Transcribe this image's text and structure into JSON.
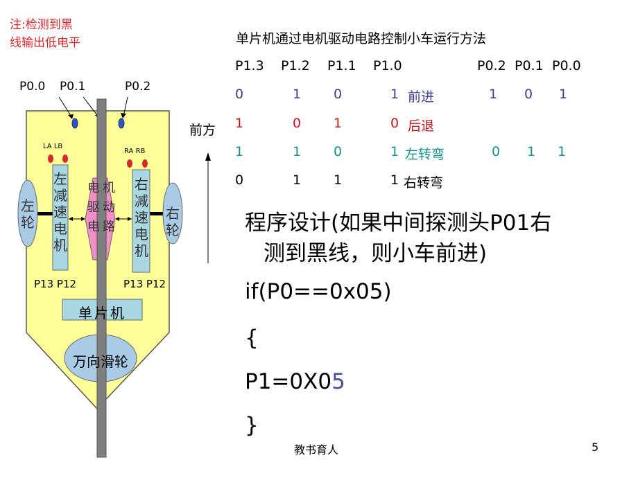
{
  "note": {
    "line1": "注:检测到黑",
    "line2": "线输出低电平"
  },
  "diagram": {
    "pin_labels": [
      "P0.0",
      "P0.1",
      "P0.2"
    ],
    "forward_label": "前方",
    "left_wheel": "左轮",
    "right_wheel": "右轮",
    "left_motor": "左减速电机",
    "right_motor": "右减速电机",
    "driver": "电机驱动电路",
    "left_motor_pins": [
      "LA",
      "LB"
    ],
    "right_motor_pins": [
      "RA",
      "RB"
    ],
    "left_port_pins": "P13 P12",
    "right_port_pins": "P13 P12",
    "mcu": "单片机",
    "caster": "万向滑轮"
  },
  "table": {
    "title": "单片机通过电机驱动电路控制小车运行方法",
    "headers_left": [
      "P1.3",
      "P1.2",
      "P1.1",
      "P1.0"
    ],
    "headers_right": [
      "P0.2",
      "P0.1",
      "P0.0"
    ],
    "rows": [
      {
        "p13": "0",
        "p12": "1",
        "p11": "0",
        "p10": "1",
        "action": "前进",
        "p02": "1",
        "p01": "0",
        "p00": "1",
        "color": "#3a3e8c"
      },
      {
        "p13": "1",
        "p12": "0",
        "p11": "1",
        "p10": "0",
        "action": "后退",
        "p02": "",
        "p01": "",
        "p00": "",
        "color": "#c8161d"
      },
      {
        "p13": "1",
        "p12": "1",
        "p11": "0",
        "p10": "1",
        "action": "左转弯",
        "p02": "0",
        "p01": "1",
        "p00": "1",
        "color": "#16918c"
      },
      {
        "p13": "0",
        "p12": "1",
        "p11": "1",
        "p10": "1",
        "action": "右转弯",
        "p02": "",
        "p01": "",
        "p00": "",
        "color": "#000000"
      }
    ]
  },
  "program": {
    "desc_line1": "程序设计(如果中间探测头P01右",
    "desc_line2": "测到黑线，则小车前进)",
    "line_if": "if(P0==0x05)",
    "line_open": "{",
    "line_assign_a": "P1=0X0",
    "line_assign_b": "5",
    "line_close": "}"
  },
  "footer": {
    "text": "教书育人",
    "page": "5"
  },
  "colors": {
    "body_fill": "#ffff99",
    "driver_fill": "#f28fc8",
    "motor_fill": "#a9d6e3",
    "wheel_fill": "#a9cbe6",
    "sensor_blue": "#2f55c8",
    "pin_red": "#d8262c",
    "track_gray": "#7f7f7f",
    "accent_blue": "#4a4da8"
  }
}
